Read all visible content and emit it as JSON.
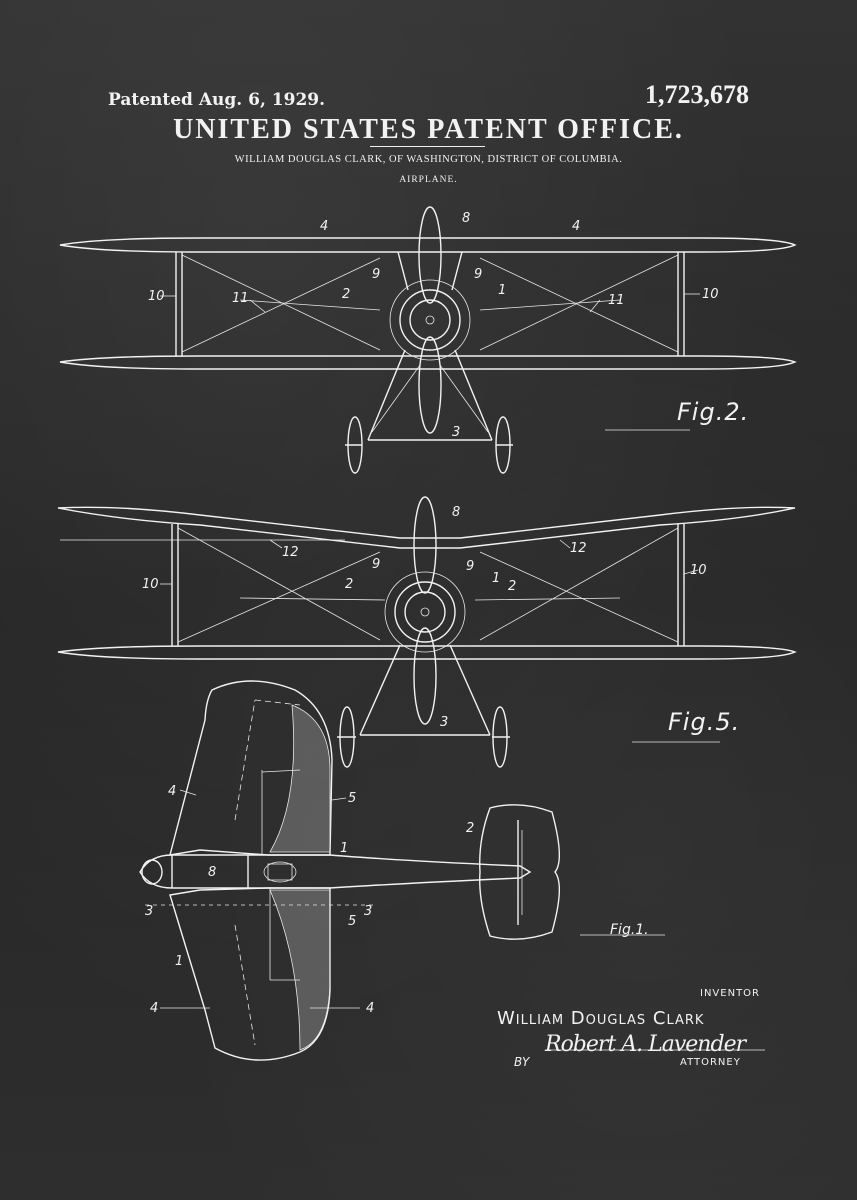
{
  "header": {
    "patented": "Patented Aug. 6, 1929.",
    "number": "1,723,678",
    "office": "UNITED STATES PATENT OFFICE.",
    "inventor_line": "WILLIAM DOUGLAS CLARK, OF WASHINGTON, DISTRICT OF COLUMBIA.",
    "title": "AIRPLANE."
  },
  "figures": {
    "fig2": "Fig.2.",
    "fig5": "Fig.5.",
    "fig1": "Fig.1."
  },
  "refs": {
    "r1": "1",
    "r2": "2",
    "r3": "3",
    "r4": "4",
    "r5": "5",
    "r8": "8",
    "r9": "9",
    "r10": "10",
    "r11": "11",
    "r12": "12"
  },
  "footer": {
    "inventor_label": "INVENTOR",
    "inventor_name": "William Douglas Clark",
    "by": "BY",
    "signature": "Robert A. Lavender",
    "attorney_label": "ATTORNEY"
  },
  "colors": {
    "background": "#2b2b2b",
    "ink": "#f2f2f2"
  }
}
